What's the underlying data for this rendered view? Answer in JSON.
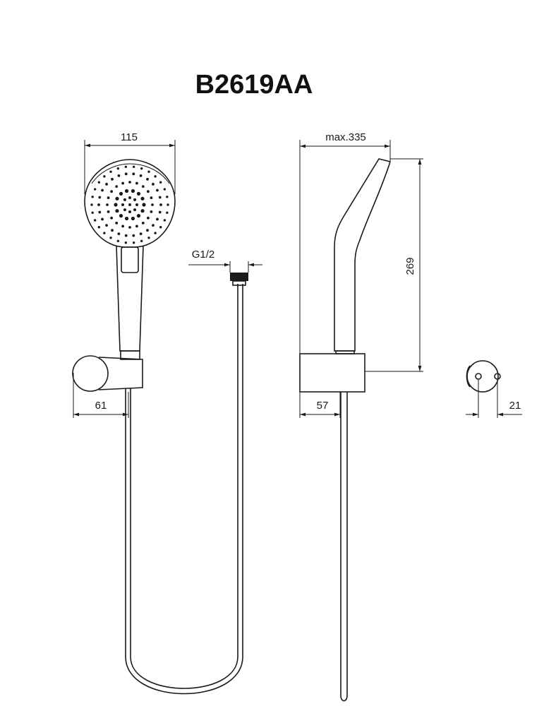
{
  "title": "B2619AA",
  "dimensions": {
    "head_width": "115",
    "max_length": "max.335",
    "connection": "G1/2",
    "front_bracket_depth": "61",
    "side_bracket_depth": "57",
    "height": "269",
    "hole_spacing": "21"
  }
}
